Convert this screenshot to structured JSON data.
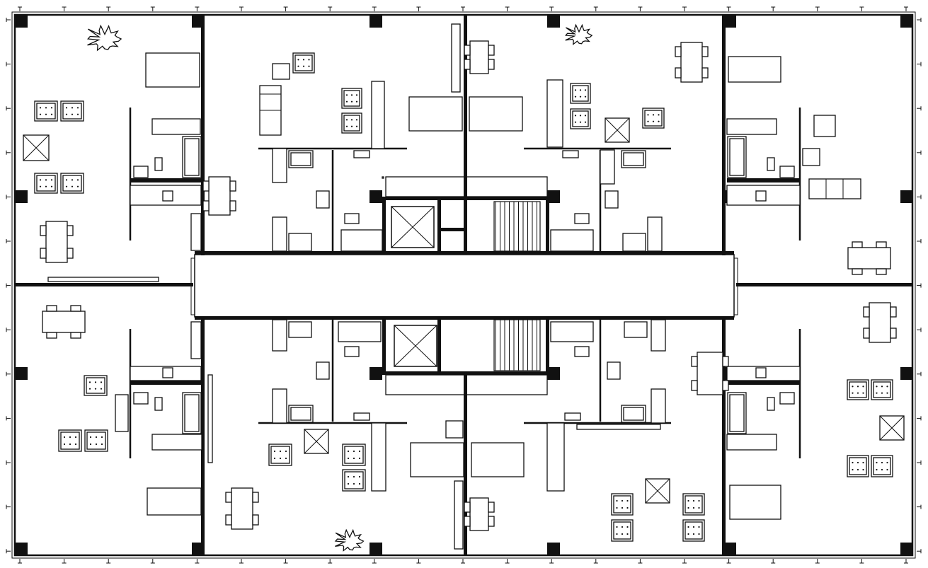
{
  "plan": {
    "ink_color": "#111111",
    "paper_color": "#ffffff",
    "icons": [
      "column-icon",
      "elevator-icon",
      "stair-icon",
      "plant-icon",
      "table-icon",
      "chair-icon",
      "armchair-icon",
      "bed-icon",
      "sofa-icon",
      "bathtub-icon"
    ],
    "unit_count": 8,
    "elevator_count": 2,
    "stair_count": 2
  }
}
